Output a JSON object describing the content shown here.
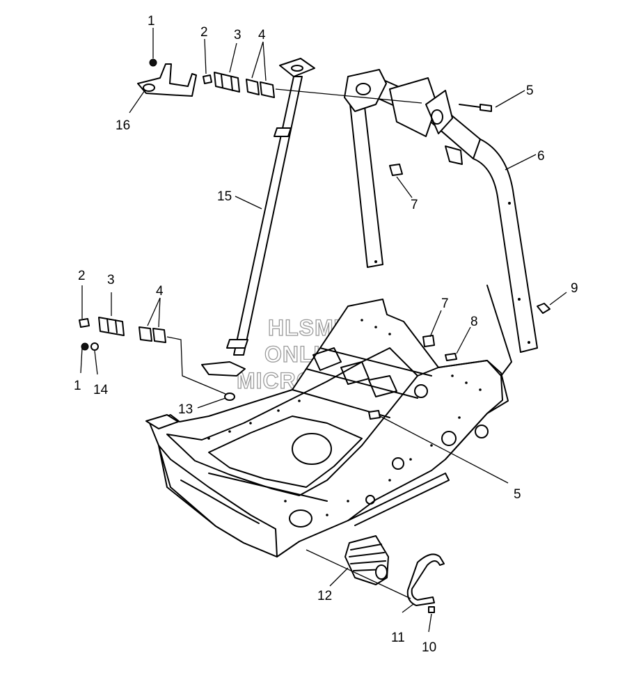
{
  "callouts": {
    "c1_top": "1",
    "c2_top": "2",
    "c3_top": "3",
    "c4_top": "4",
    "c5_top": "5",
    "c6": "6",
    "c7_top": "7",
    "c15": "15",
    "c16": "16",
    "c2_left": "2",
    "c3_left": "3",
    "c4_left": "4",
    "c1_left": "1",
    "c14": "14",
    "c7_mid": "7",
    "c8": "8",
    "c9": "9",
    "c13": "13",
    "c5_mid": "5",
    "c12": "12",
    "c11": "11",
    "c10": "10"
  },
  "watermark": {
    "line1": "HLSM'S",
    "line2": "ONLINE",
    "line3": "MICROFICHE"
  },
  "colors": {
    "line": "#000000",
    "background": "#ffffff",
    "watermark": "#9a9a9a"
  }
}
